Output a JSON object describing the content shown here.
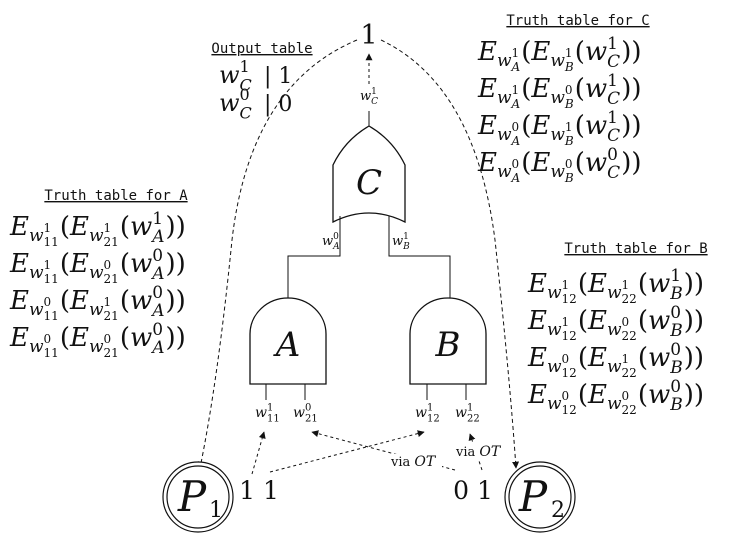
{
  "colors": {
    "ink": "#111111",
    "background": "#ffffff"
  },
  "output_value": "1",
  "output_table": {
    "heading": "Output table",
    "rows": [
      {
        "wire": "w",
        "sub": "C",
        "sup": "1",
        "value": "1"
      },
      {
        "wire": "w",
        "sub": "C",
        "sup": "0",
        "value": "0"
      }
    ]
  },
  "gates": {
    "C": {
      "label": "C",
      "out": {
        "sub": "C",
        "sup": "1"
      }
    },
    "A": {
      "label": "A",
      "out": {
        "sub": "A",
        "sup": "0"
      }
    },
    "B": {
      "label": "B",
      "out": {
        "sub": "B",
        "sup": "1"
      }
    }
  },
  "input_wires": [
    {
      "sub": "11",
      "sup": "1"
    },
    {
      "sub": "21",
      "sup": "0"
    },
    {
      "sub": "12",
      "sup": "1"
    },
    {
      "sub": "22",
      "sup": "1"
    }
  ],
  "truth_tables": {
    "C": {
      "heading": "Truth table for C",
      "rows": [
        {
          "k1": {
            "sub": "A",
            "sup": "1"
          },
          "k2": {
            "sub": "B",
            "sup": "1"
          },
          "out": {
            "sub": "C",
            "sup": "1"
          }
        },
        {
          "k1": {
            "sub": "A",
            "sup": "1"
          },
          "k2": {
            "sub": "B",
            "sup": "0"
          },
          "out": {
            "sub": "C",
            "sup": "1"
          }
        },
        {
          "k1": {
            "sub": "A",
            "sup": "0"
          },
          "k2": {
            "sub": "B",
            "sup": "1"
          },
          "out": {
            "sub": "C",
            "sup": "1"
          }
        },
        {
          "k1": {
            "sub": "A",
            "sup": "0"
          },
          "k2": {
            "sub": "B",
            "sup": "0"
          },
          "out": {
            "sub": "C",
            "sup": "0"
          }
        }
      ]
    },
    "A": {
      "heading": "Truth table for A",
      "rows": [
        {
          "k1": {
            "sub": "11",
            "sup": "1"
          },
          "k2": {
            "sub": "21",
            "sup": "1"
          },
          "out": {
            "sub": "A",
            "sup": "1"
          }
        },
        {
          "k1": {
            "sub": "11",
            "sup": "1"
          },
          "k2": {
            "sub": "21",
            "sup": "0"
          },
          "out": {
            "sub": "A",
            "sup": "0"
          }
        },
        {
          "k1": {
            "sub": "11",
            "sup": "0"
          },
          "k2": {
            "sub": "21",
            "sup": "1"
          },
          "out": {
            "sub": "A",
            "sup": "0"
          }
        },
        {
          "k1": {
            "sub": "11",
            "sup": "0"
          },
          "k2": {
            "sub": "21",
            "sup": "0"
          },
          "out": {
            "sub": "A",
            "sup": "0"
          }
        }
      ]
    },
    "B": {
      "heading": "Truth table for B",
      "rows": [
        {
          "k1": {
            "sub": "12",
            "sup": "1"
          },
          "k2": {
            "sub": "22",
            "sup": "1"
          },
          "out": {
            "sub": "B",
            "sup": "1"
          }
        },
        {
          "k1": {
            "sub": "12",
            "sup": "1"
          },
          "k2": {
            "sub": "22",
            "sup": "0"
          },
          "out": {
            "sub": "B",
            "sup": "0"
          }
        },
        {
          "k1": {
            "sub": "12",
            "sup": "0"
          },
          "k2": {
            "sub": "22",
            "sup": "1"
          },
          "out": {
            "sub": "B",
            "sup": "0"
          }
        },
        {
          "k1": {
            "sub": "12",
            "sup": "0"
          },
          "k2": {
            "sub": "22",
            "sup": "0"
          },
          "out": {
            "sub": "B",
            "sup": "0"
          }
        }
      ]
    }
  },
  "parties": {
    "p1": {
      "name": "P",
      "sub": "1",
      "inputs": "1 1"
    },
    "p2": {
      "name": "P",
      "sub": "2",
      "inputs": "0 1"
    }
  },
  "ot_label": {
    "prefix": "via ",
    "emph": "OT"
  }
}
